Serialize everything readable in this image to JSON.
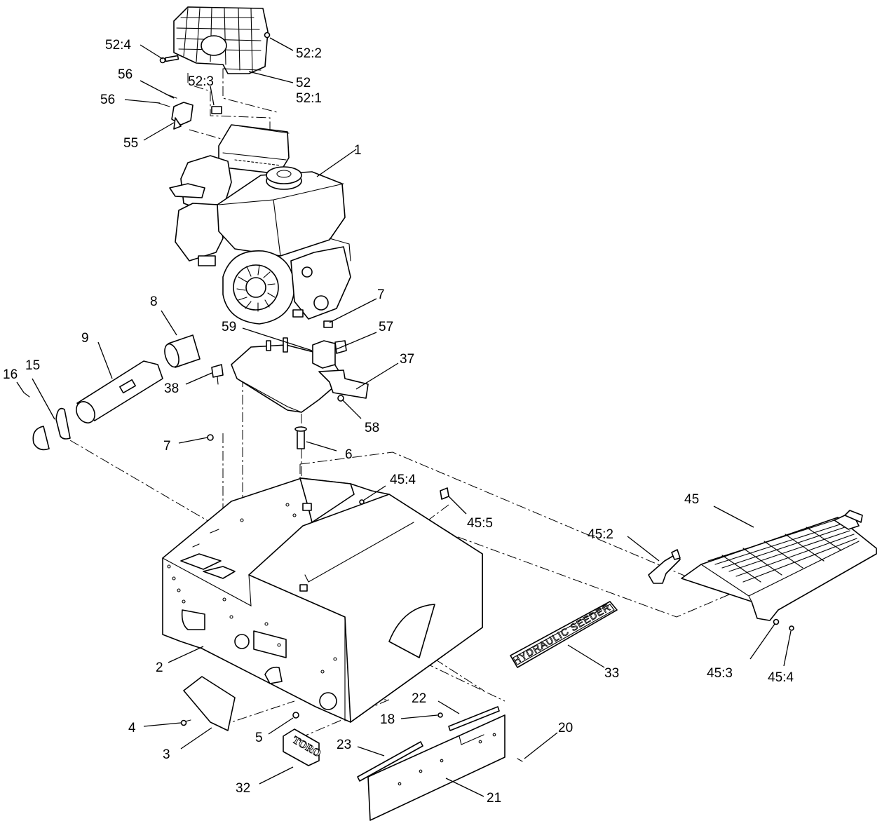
{
  "callouts": {
    "c52_4": "52:4",
    "c52_2": "52:2",
    "c52": "52",
    "c52_1": "52:1",
    "c52_3": "52:3",
    "c56a": "56",
    "c56b": "56",
    "c55": "55",
    "c1": "1",
    "c8": "8",
    "c9": "9",
    "c16": "16",
    "c15": "15",
    "c7a": "7",
    "c59": "59",
    "c57": "57",
    "c37": "37",
    "c38": "38",
    "c58": "58",
    "c7b": "7",
    "c6": "6",
    "c45_4a": "45:4",
    "c45_5": "45:5",
    "c45": "45",
    "c45_2": "45:2",
    "c45_3": "45:3",
    "c45_4b": "45:4",
    "c2": "2",
    "c33": "33",
    "c4": "4",
    "c3": "3",
    "c5": "5",
    "c22": "22",
    "c18": "18",
    "c20": "20",
    "c23": "23",
    "c32": "32",
    "c21": "21"
  },
  "decal_text": "HYDRAULIC SEEDER",
  "logo_text": "TORO",
  "icons": {
    "engine": "engine-icon",
    "guard": "wire-guard-icon",
    "frame": "frame-icon",
    "step": "step-plate-icon"
  }
}
